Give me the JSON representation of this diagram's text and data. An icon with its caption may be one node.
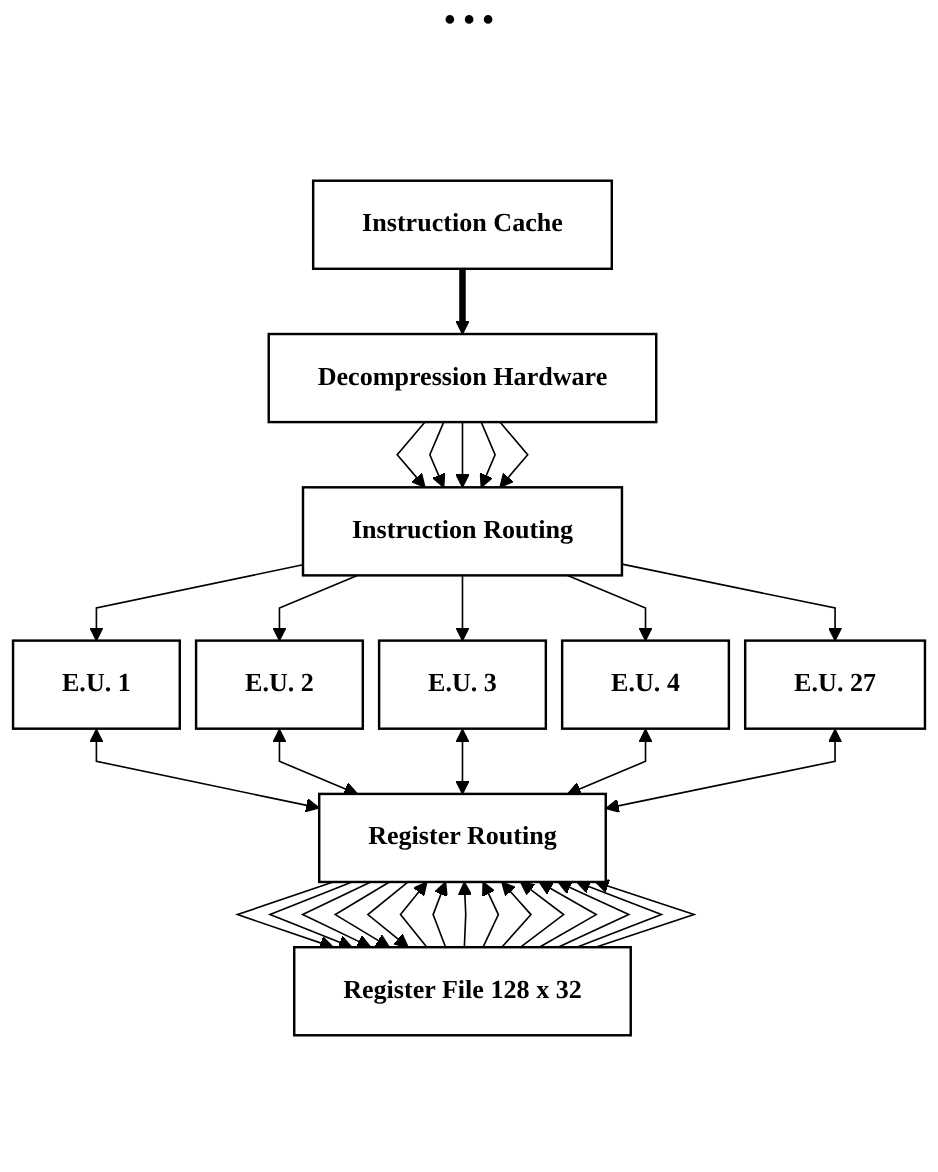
{
  "diagram": {
    "nodes": [
      {
        "text": [
          "Instruction Cache"
        ]
      },
      {
        "text": [
          "Decompression Hardware"
        ]
      },
      {
        "text": [
          "Instruction Routing"
        ]
      },
      {
        "text": [
          "E.U. 1"
        ]
      },
      {
        "text": [
          "E.U. 2"
        ]
      },
      {
        "text": [
          "E.U. 3"
        ]
      },
      {
        "text": [
          "E.U. 4"
        ]
      },
      {
        "text": [
          "E.U. 27"
        ]
      },
      {
        "text": [
          "Register Routing"
        ]
      },
      {
        "text": [
          "Register File 128 x 32"
        ]
      }
    ],
    "edges": [
      {
        "from": 0,
        "to": 1,
        "arrow": "to",
        "style": "thick"
      },
      {
        "from": 1,
        "to": 2,
        "arrow": "to"
      },
      {
        "from": 1,
        "to": 2,
        "arrow": "to"
      },
      {
        "from": 1,
        "to": 2,
        "arrow": "to"
      },
      {
        "from": 1,
        "to": 2,
        "arrow": "to"
      },
      {
        "from": 1,
        "to": 2,
        "arrow": "to"
      },
      {
        "from": 2,
        "to": 3,
        "arrow": "to"
      },
      {
        "from": 2,
        "to": 4,
        "arrow": "to"
      },
      {
        "from": 2,
        "to": 5,
        "arrow": "to"
      },
      {
        "from": 2,
        "to": 6,
        "arrow": "to"
      },
      {
        "from": 2,
        "to": 7,
        "arrow": "to"
      },
      {
        "from": 3,
        "to": 8,
        "arrow": "both"
      },
      {
        "from": 4,
        "to": 8,
        "arrow": "both"
      },
      {
        "from": 5,
        "to": 8,
        "arrow": "both"
      },
      {
        "from": 6,
        "to": 8,
        "arrow": "both"
      },
      {
        "from": 7,
        "to": 8,
        "arrow": "both"
      },
      {
        "from": 8,
        "to": 9,
        "arrow": "to"
      },
      {
        "from": 8,
        "to": 9,
        "arrow": "to"
      },
      {
        "from": 8,
        "to": 9,
        "arrow": "to"
      },
      {
        "from": 8,
        "to": 9,
        "arrow": "to"
      },
      {
        "from": 8,
        "to": 9,
        "arrow": "to"
      },
      {
        "from": 9,
        "to": 8,
        "arrow": "to"
      },
      {
        "from": 9,
        "to": 8,
        "arrow": "to"
      },
      {
        "from": 9,
        "to": 8,
        "arrow": "to"
      },
      {
        "from": 9,
        "to": 8,
        "arrow": "to"
      },
      {
        "from": 9,
        "to": 8,
        "arrow": "to"
      },
      {
        "from": 9,
        "to": 8,
        "arrow": "to"
      },
      {
        "from": 9,
        "to": 8,
        "arrow": "to"
      },
      {
        "from": 9,
        "to": 8,
        "arrow": "to"
      },
      {
        "from": 9,
        "to": 8,
        "arrow": "to"
      },
      {
        "from": 9,
        "to": 8,
        "arrow": "to"
      }
    ],
    "labels": [
      "• • •"
    ]
  }
}
